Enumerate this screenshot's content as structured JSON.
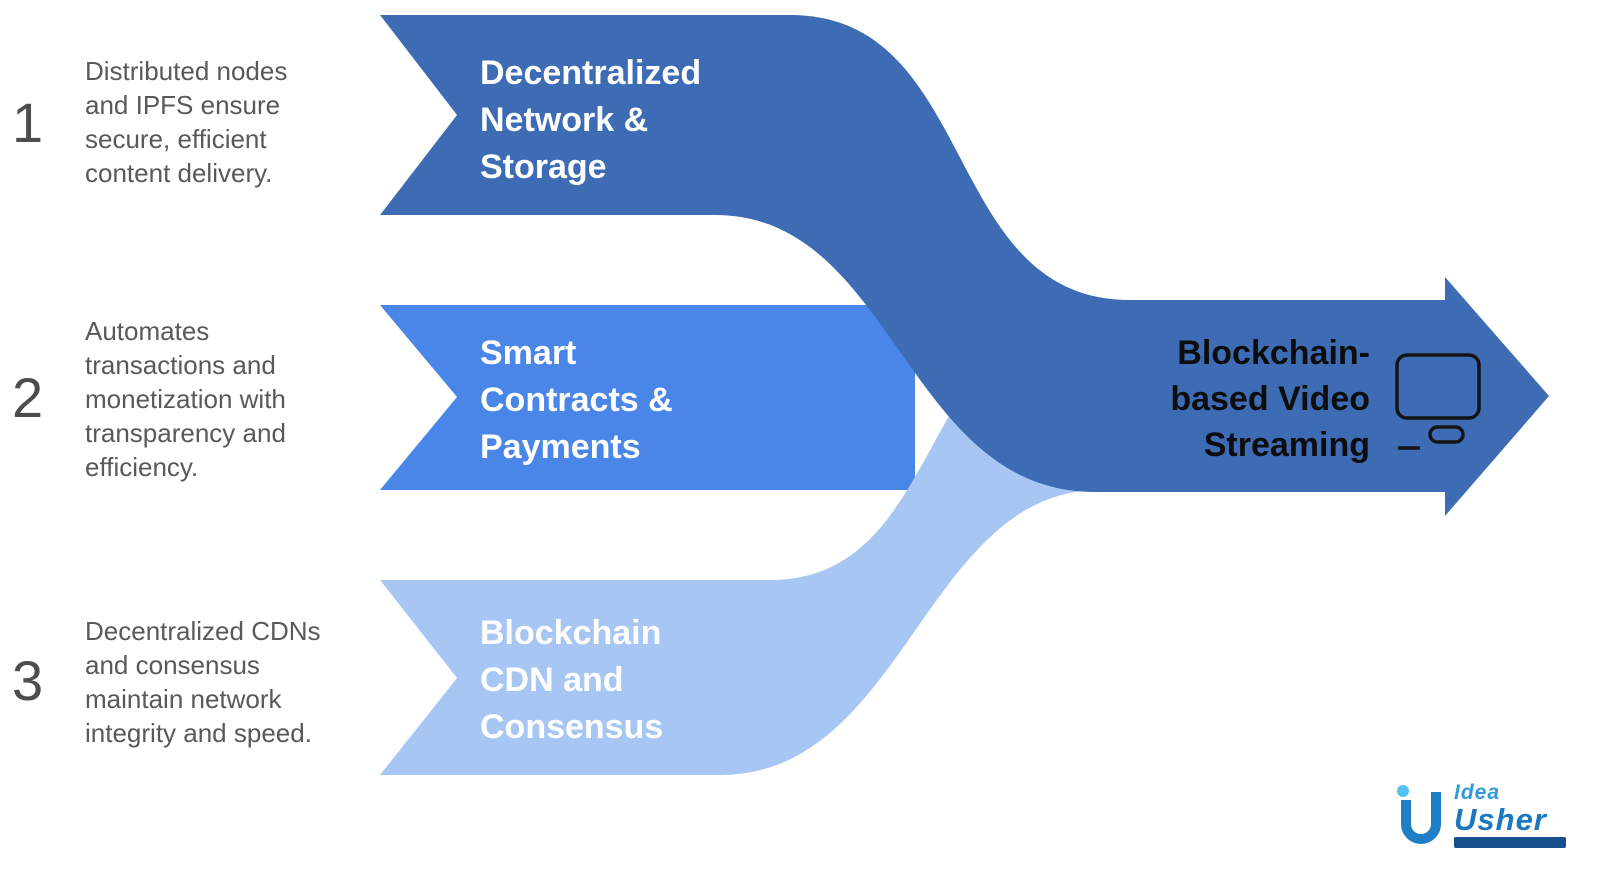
{
  "diagram": {
    "steps": [
      {
        "number": "1",
        "description": "Distributed nodes\nand IPFS ensure\nsecure, efficient\ncontent delivery.",
        "banner_title": "Decentralized\nNetwork &\nStorage",
        "color": "#3D6CB5"
      },
      {
        "number": "2",
        "description": "Automates\ntransactions and\nmonetization with\ntransparency and\nefficiency.",
        "banner_title": "Smart\nContracts &\nPayments",
        "color": "#4A86E8"
      },
      {
        "number": "3",
        "description": "Decentralized CDNs\nand consensus\nmaintain network\nintegrity and speed.",
        "banner_title": "Blockchain\nCDN and\nConsensus",
        "color": "#A7C6F4"
      }
    ],
    "result": {
      "title": "Blockchain-\nbased Video\nStreaming",
      "icon": "smart-tv-icon",
      "color": "#3D6CB5"
    }
  },
  "logo": {
    "line1": "Idea",
    "line2": "Usher",
    "accent_color": "#2F9BD9",
    "primary_color": "#1B77C0",
    "bar_color": "#174F8C"
  }
}
